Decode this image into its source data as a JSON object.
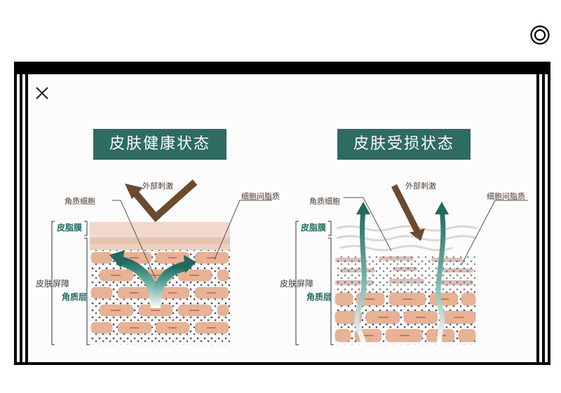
{
  "toolbar": {
    "target_icon": "target-icon",
    "close_icon": "close-icon"
  },
  "diagram": {
    "left_panel": {
      "title": "皮肤健康状态",
      "labels": {
        "external_stimulus": "外部刺激",
        "corneocyte": "角质细胞",
        "intercellular_lipid": "细胞间脂质",
        "sebum_film": "皮脂膜",
        "skin_barrier": "皮肤屏障",
        "stratum_corneum": "角质层"
      }
    },
    "right_panel": {
      "title": "皮肤受损状态",
      "labels": {
        "external_stimulus": "外部刺激",
        "corneocyte": "角质细胞",
        "intercellular_lipid": "细胞间脂质",
        "sebum_film": "皮脂膜",
        "skin_barrier": "皮肤屏障",
        "stratum_corneum": "角质层"
      }
    },
    "colors": {
      "title_bg": "#2e6b62",
      "arrow_teal": "#1f6b5e",
      "arrow_brown": "#6b4a2e",
      "cell": "#e8b295",
      "cell_line": "#c0604a",
      "lipid_dot": "#4a5560"
    }
  }
}
